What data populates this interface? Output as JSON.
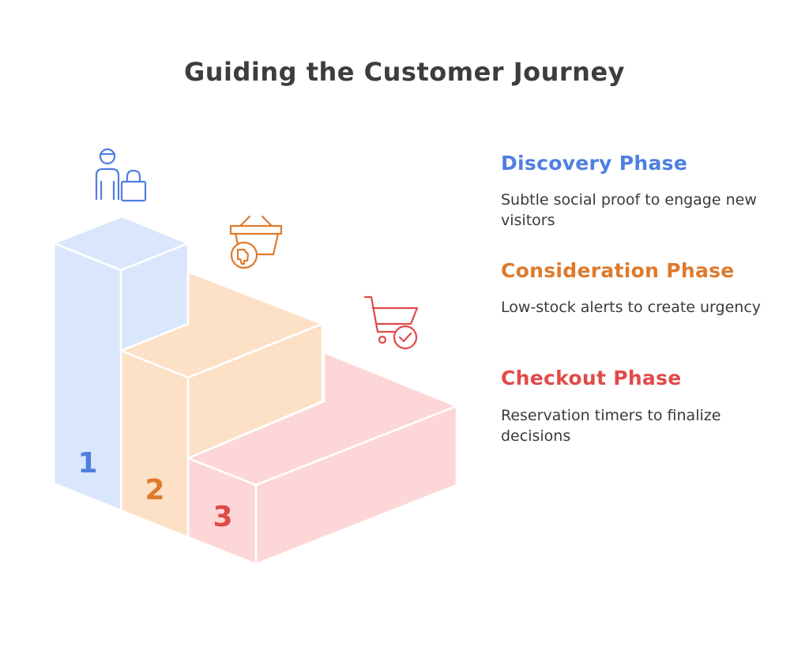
{
  "title": "Guiding the Customer Journey",
  "colors": {
    "blue": "#4f7fe0",
    "orange": "#de7a2c",
    "red": "#e04a4a",
    "blue_fill": "#dae6fb",
    "orange_fill": "#fde1c6",
    "red_fill": "#fdd7d7"
  },
  "steps": [
    {
      "number": "1",
      "icon": "shopper-with-bag-icon"
    },
    {
      "number": "2",
      "icon": "basket-thumbs-down-icon"
    },
    {
      "number": "3",
      "icon": "cart-check-icon"
    }
  ],
  "phases": [
    {
      "title": "Discovery Phase",
      "description": "Subtle social proof to engage new visitors"
    },
    {
      "title": "Consideration Phase",
      "description": "Low-stock alerts to create urgency"
    },
    {
      "title": "Checkout Phase",
      "description": "Reservation timers to finalize decisions"
    }
  ]
}
